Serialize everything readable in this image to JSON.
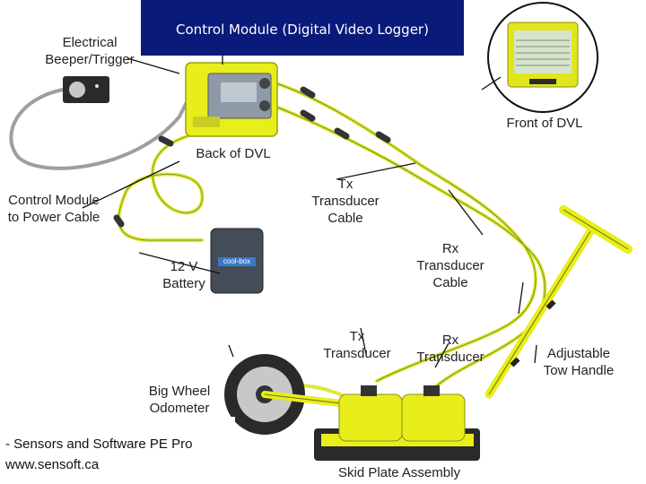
{
  "banner": {
    "title": "Control Module (Digital Video Logger)"
  },
  "labels": {
    "electrical_beeper": "Electrical\nBeeper/Trigger",
    "back_of_dvl": "Back of DVL",
    "front_of_dvl": "Front of DVL",
    "power_cable": "Control Module\nto Power Cable",
    "battery": "12 V\nBattery",
    "battery_brand": "cool-box",
    "tx_cable": "Tx\nTransducer\nCable",
    "rx_cable": "Rx\nTransducer\nCable",
    "tx_transducer": "Tx\nTransducer",
    "rx_transducer": "Rx\nTransducer",
    "tow_handle": "Adjustable\nTow Handle",
    "big_wheel": "Big Wheel\nOdometer",
    "skid_plate": "Skid Plate Assembly"
  },
  "caption": {
    "line1": "- Sensors and Software PE Pro",
    "line2": "www.sensoft.ca"
  },
  "colors": {
    "banner": "#0a1a7a",
    "yellow": "#e8ee1a",
    "cable": "#dce83a",
    "dark": "#2a2a2a"
  }
}
